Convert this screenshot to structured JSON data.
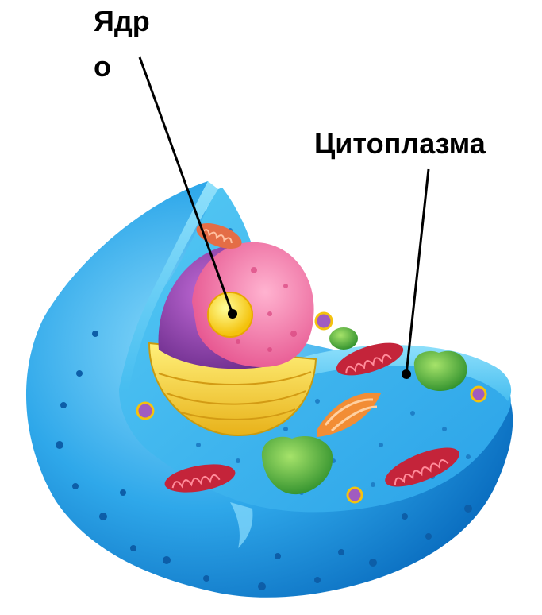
{
  "labels": {
    "nucleus_line1": "Ядр",
    "nucleus_line2": "о",
    "cytoplasm": "Цитоплазма"
  },
  "colors": {
    "background": "#ffffff",
    "membrane_outer": "#2aa2e8",
    "membrane_light": "#6fd0f7",
    "cytoplasm": "#3dbdf0",
    "nucleus_envelope": "#f6d128",
    "nucleus_inner": "#ef6fa3",
    "nucleus_outer": "#9a3fb0",
    "nucleolus": "#ffd700",
    "mitochondria": "#c4243a",
    "vacuole_green": "#4cae3c",
    "golgi": "#f28d35",
    "pointer_line": "#000000"
  },
  "icons": {
    "pointer_dot": "circle-dot"
  }
}
